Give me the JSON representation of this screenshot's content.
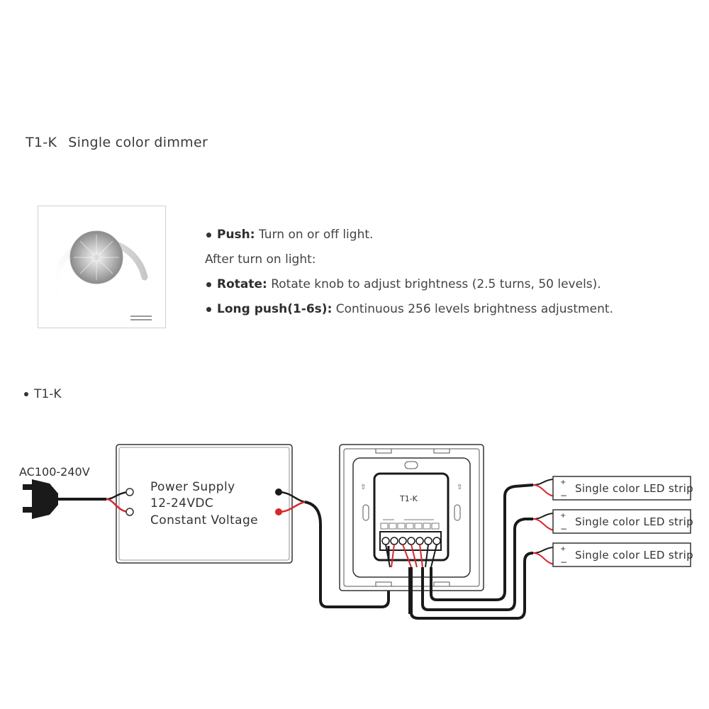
{
  "header": {
    "model": "T1-K",
    "title": "Single color dimmer"
  },
  "features": {
    "push_label": "Push:",
    "push_text": " Turn on or off light.",
    "after_text": "After turn on light:",
    "rotate_label": "Rotate:",
    "rotate_text": " Rotate knob to adjust brightness (2.5 turns, 50 levels).",
    "longpush_label": "Long push(1-6s):",
    "longpush_text": " Continuous 256 levels brightness adjustment."
  },
  "section": {
    "label": "T1-K"
  },
  "wiring": {
    "ac_label": "AC100-240V",
    "power_supply": {
      "line1": "Power Supply",
      "line2": "12-24VDC",
      "line3": "Constant Voltage"
    },
    "panel_label": "T1-K",
    "strips": [
      {
        "label": "Single color LED strip"
      },
      {
        "label": "Single color LED strip"
      },
      {
        "label": "Single color LED strip"
      }
    ]
  },
  "colors": {
    "wire_black": "#1a1a1a",
    "wire_red": "#d9262b",
    "outline": "#333333"
  }
}
